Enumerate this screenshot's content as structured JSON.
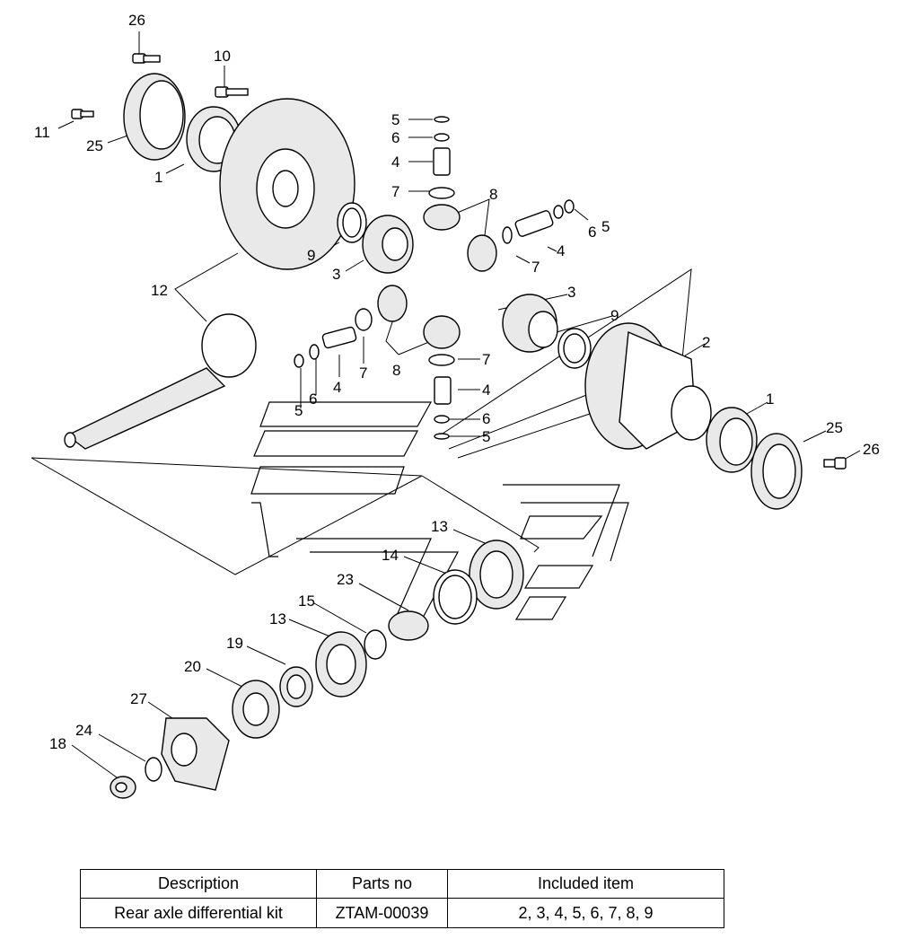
{
  "diagram": {
    "callouts": [
      "26",
      "10",
      "11",
      "25",
      "1",
      "5",
      "6",
      "4",
      "7",
      "8",
      "6",
      "5",
      "9",
      "3",
      "4",
      "7",
      "12",
      "3",
      "9",
      "8",
      "7",
      "4",
      "2",
      "1",
      "25",
      "26",
      "6",
      "5",
      "5",
      "6",
      "4",
      "7",
      "7",
      "4",
      "6",
      "5",
      "13",
      "14",
      "23",
      "15",
      "13",
      "19",
      "20",
      "27",
      "24",
      "18"
    ]
  },
  "table": {
    "headers": [
      "Description",
      "Parts no",
      "Included item"
    ],
    "rows": [
      [
        "Rear axle differential kit",
        "ZTAM-00039",
        "2, 3, 4, 5, 6, 7, 8, 9"
      ]
    ]
  }
}
